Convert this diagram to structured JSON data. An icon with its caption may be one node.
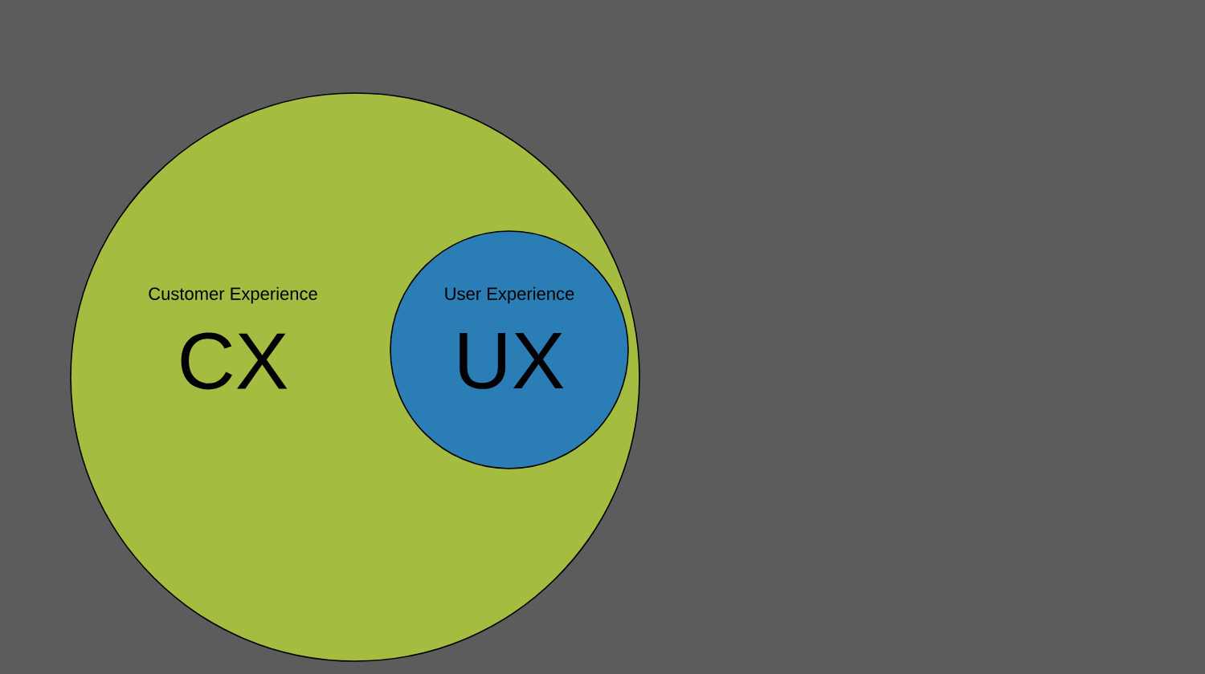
{
  "diagram": {
    "nodes": [
      {
        "text": [
          "Customer Experience",
          "CX"
        ]
      },
      {
        "text": [
          "User Experience",
          "UX"
        ],
        "in": 0
      }
    ]
  }
}
